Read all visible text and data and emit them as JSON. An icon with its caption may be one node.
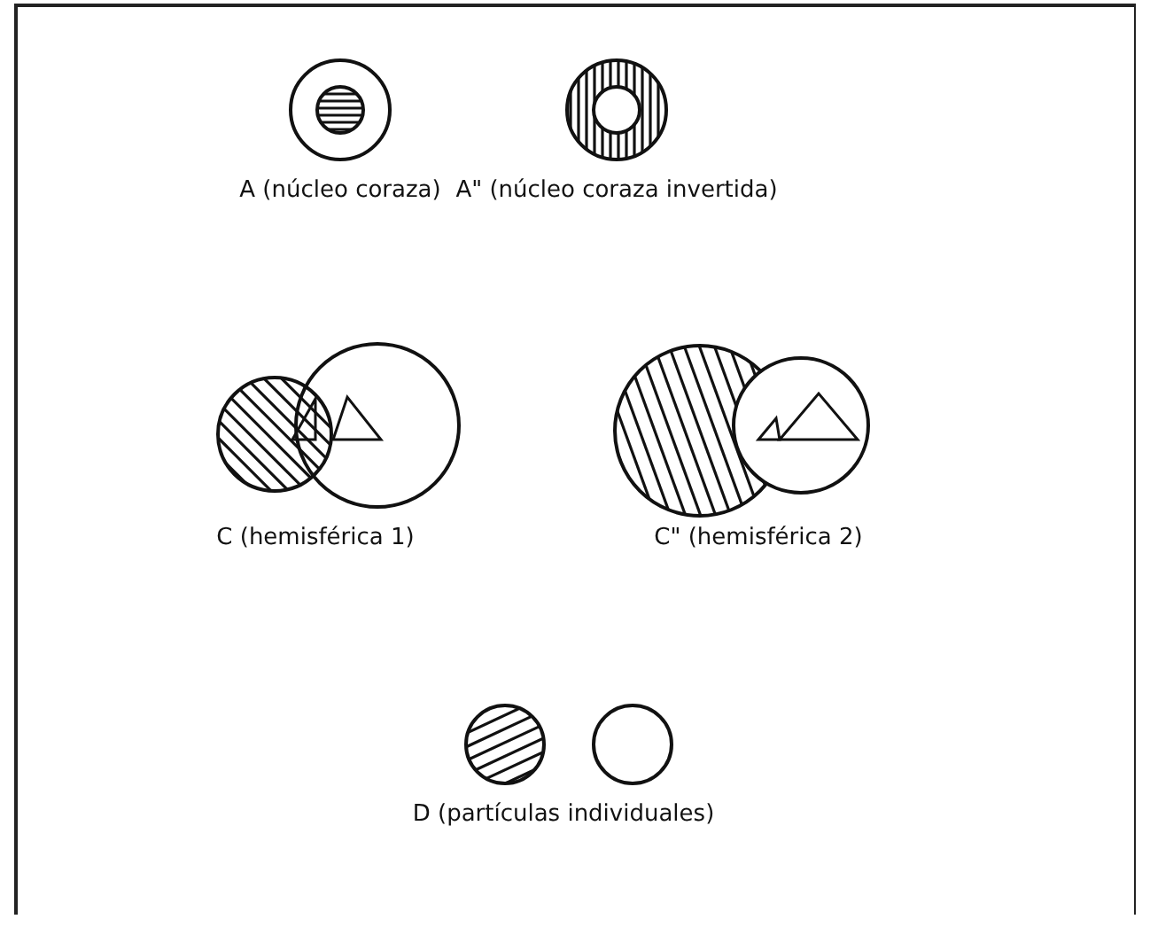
{
  "diagram": {
    "labels": [
      "A (núcleo coraza)",
      "A\" (núcleo coraza invertida)",
      "C (hemisférica 1)",
      "C\" (hemisférica 2)",
      "D (partículas individuales)"
    ]
  }
}
